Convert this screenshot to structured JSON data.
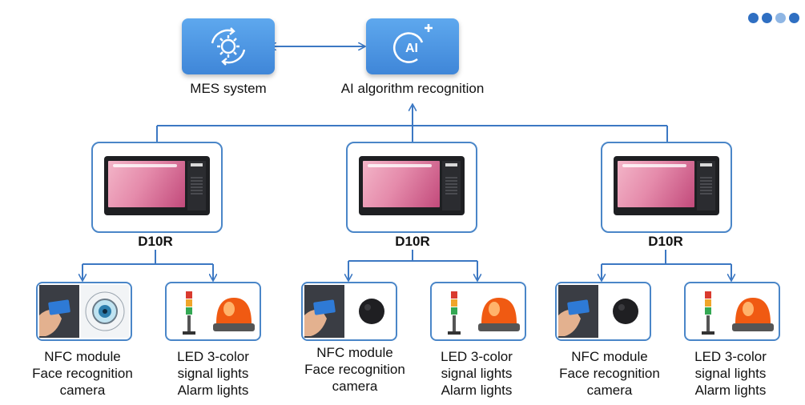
{
  "mes": {
    "label": "MES system",
    "icon": "gear-cycle-icon"
  },
  "ai": {
    "label": "AI algorithm recognition",
    "icon": "ai-plus-icon"
  },
  "devices": [
    {
      "name": "D10R",
      "modules": [
        {
          "lines": [
            "NFC module",
            "Face recognition",
            "camera"
          ],
          "icons": [
            "nfc-card-icon",
            "face-camera-icon"
          ]
        },
        {
          "lines": [
            "LED 3-color",
            "signal lights",
            "Alarm lights"
          ],
          "icons": [
            "tower-light-icon",
            "alarm-light-icon"
          ]
        }
      ]
    },
    {
      "name": "D10R",
      "modules": [
        {
          "lines": [
            "NFC module",
            "Face recognition",
            "camera"
          ],
          "icons": [
            "nfc-card-icon",
            "black-camera-icon"
          ]
        },
        {
          "lines": [
            "LED 3-color",
            "signal lights",
            "Alarm lights"
          ],
          "icons": [
            "tower-light-icon",
            "alarm-light-icon"
          ]
        }
      ]
    },
    {
      "name": "D10R",
      "modules": [
        {
          "lines": [
            "NFC module",
            "Face recognition",
            "camera"
          ],
          "icons": [
            "nfc-card-icon",
            "black-camera-icon"
          ]
        },
        {
          "lines": [
            "LED 3-color",
            "signal lights",
            "Alarm lights"
          ],
          "icons": [
            "tower-light-icon",
            "alarm-light-icon"
          ]
        }
      ]
    }
  ],
  "colors": {
    "connector": "#3c78c3",
    "box_border": "#4a86c8",
    "dots": [
      "#2f6fc2",
      "#2f6fc2",
      "#8fb6e4",
      "#2f6fc2"
    ]
  }
}
